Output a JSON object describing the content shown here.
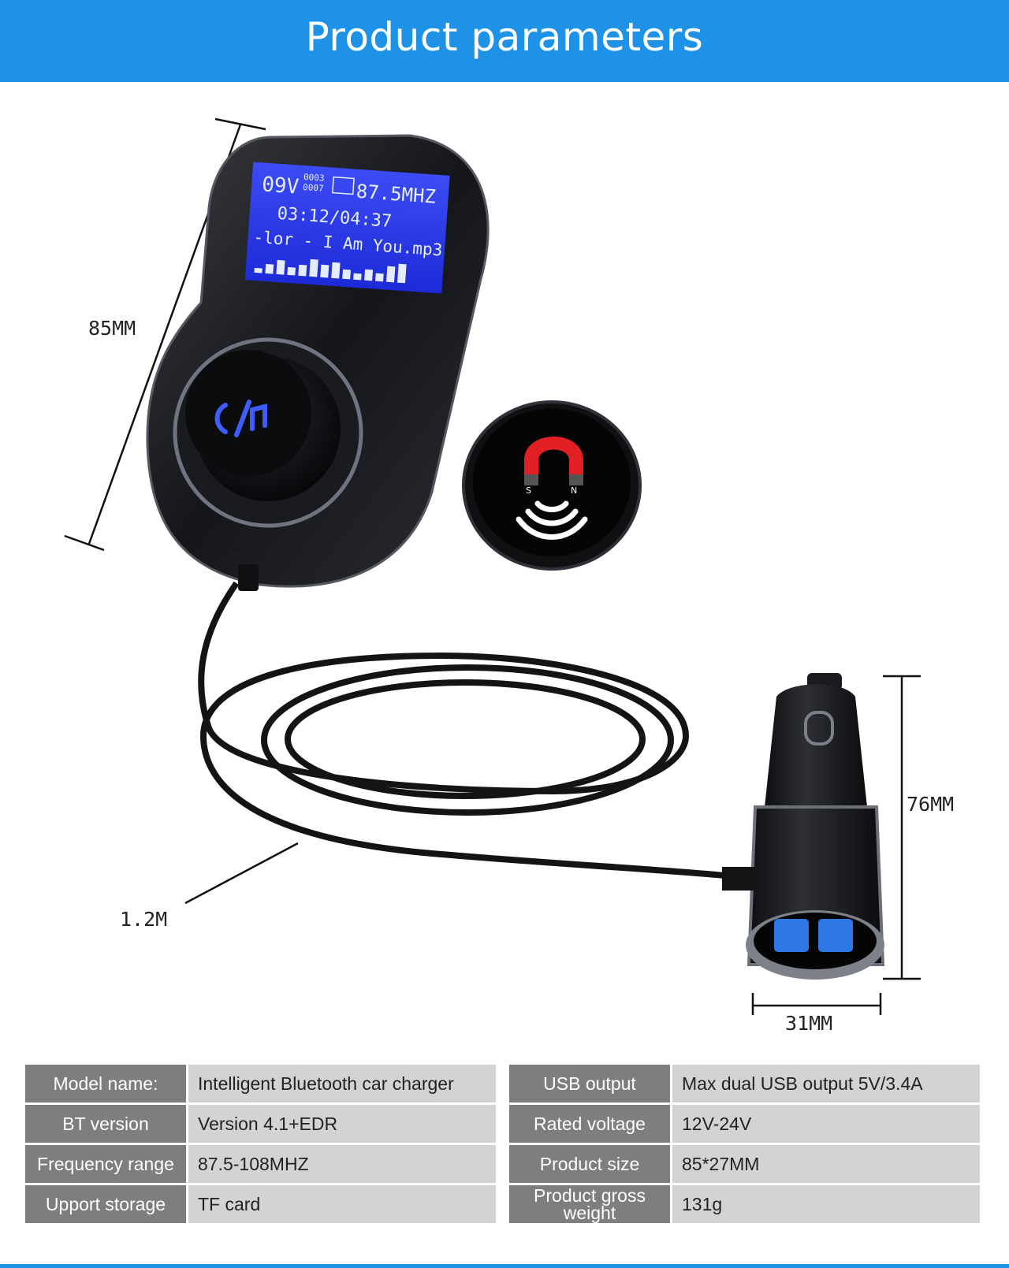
{
  "header": {
    "title": "Product parameters"
  },
  "dimensions": {
    "height_device": "85MM",
    "cable": "1.2M",
    "height_charger": "76MM",
    "width_charger": "31MM"
  },
  "screen": {
    "line1": "09V",
    "line1_small_a": "0003",
    "line1_small_b": "0007",
    "freq": "87.5MHZ",
    "time": "03:12/04:37",
    "track": "-lor - I Am You.mp3"
  },
  "magnet_letters": {
    "s": "S",
    "n": "N"
  },
  "specs_left": [
    {
      "label": "Model name:",
      "value": "Intelligent Bluetooth car charger"
    },
    {
      "label": "BT version",
      "value": "Version 4.1+EDR"
    },
    {
      "label": "Frequency range",
      "value": "87.5-108MHZ"
    },
    {
      "label": "Upport storage",
      "value": "TF card"
    }
  ],
  "specs_right": [
    {
      "label": "USB output",
      "value": "Max dual USB output 5V/3.4A"
    },
    {
      "label": "Rated voltage",
      "value": "12V-24V"
    },
    {
      "label": "Product size",
      "value": "85*27MM"
    },
    {
      "label": "Product gross weight",
      "value": "131g"
    }
  ],
  "colors": {
    "banner": "#1d92e6",
    "label_bg": "#7e7e7e",
    "value_bg": "#d3d3d3",
    "lcd": "#2f3cf0"
  }
}
